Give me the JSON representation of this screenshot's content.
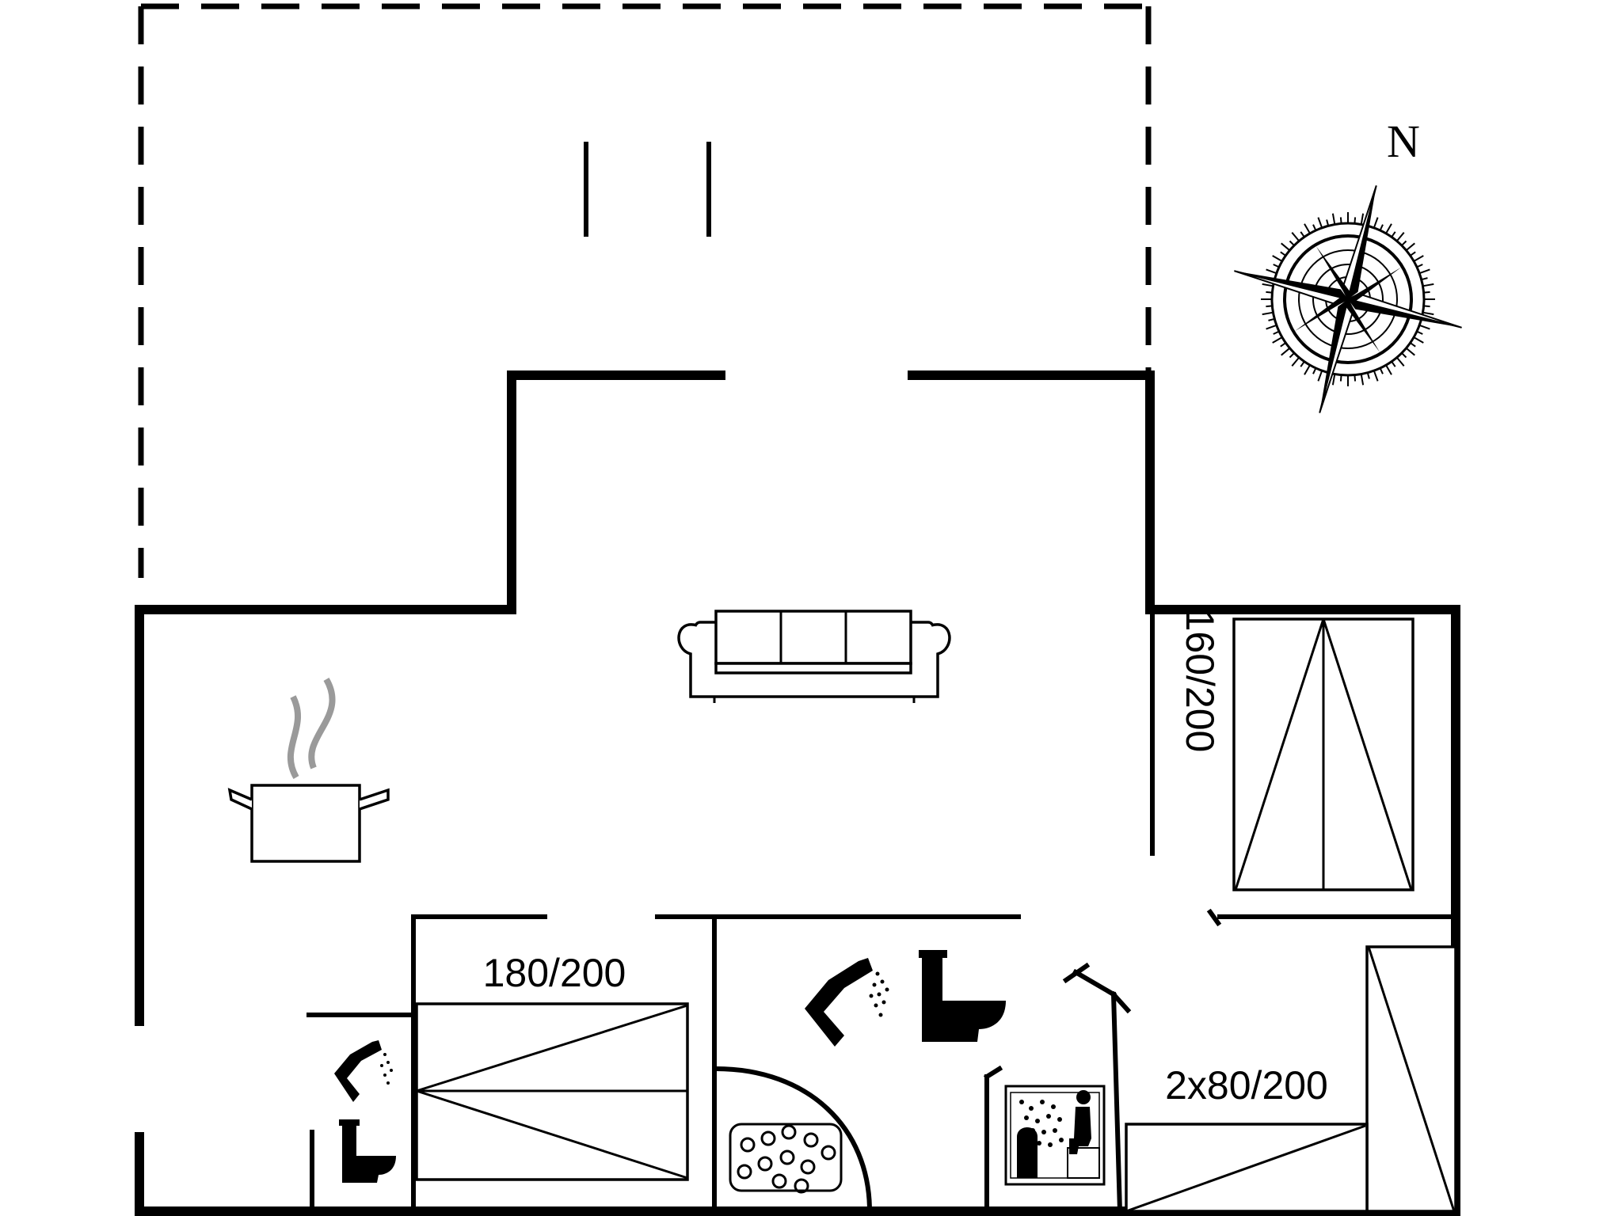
{
  "compass": {
    "north_label": "N",
    "icon": "compass-rose-icon"
  },
  "rooms": {
    "bedroom_east": {
      "bed_label": "160/200",
      "icon": "double-bed-icon"
    },
    "bedroom_south": {
      "bed_label": "180/200",
      "icon": "double-bed-icon"
    },
    "bedroom_southeast": {
      "bed_label": "2x80/200",
      "icon": "twin-beds-icon"
    },
    "living": {
      "icon": "sofa-icon"
    },
    "kitchen": {
      "icon": "cooking-pot-icon"
    },
    "bathroom_main": {
      "icons": [
        "shower-icon",
        "toilet-icon"
      ]
    },
    "bathroom_small": {
      "icons": [
        "shower-icon",
        "toilet-icon"
      ]
    },
    "spa": {
      "icon": "hot-tub-icon"
    },
    "sauna": {
      "icon": "sauna-icon"
    }
  },
  "colors": {
    "walls": "#000000",
    "steam": "#9a9a9a",
    "background": "#ffffff"
  }
}
